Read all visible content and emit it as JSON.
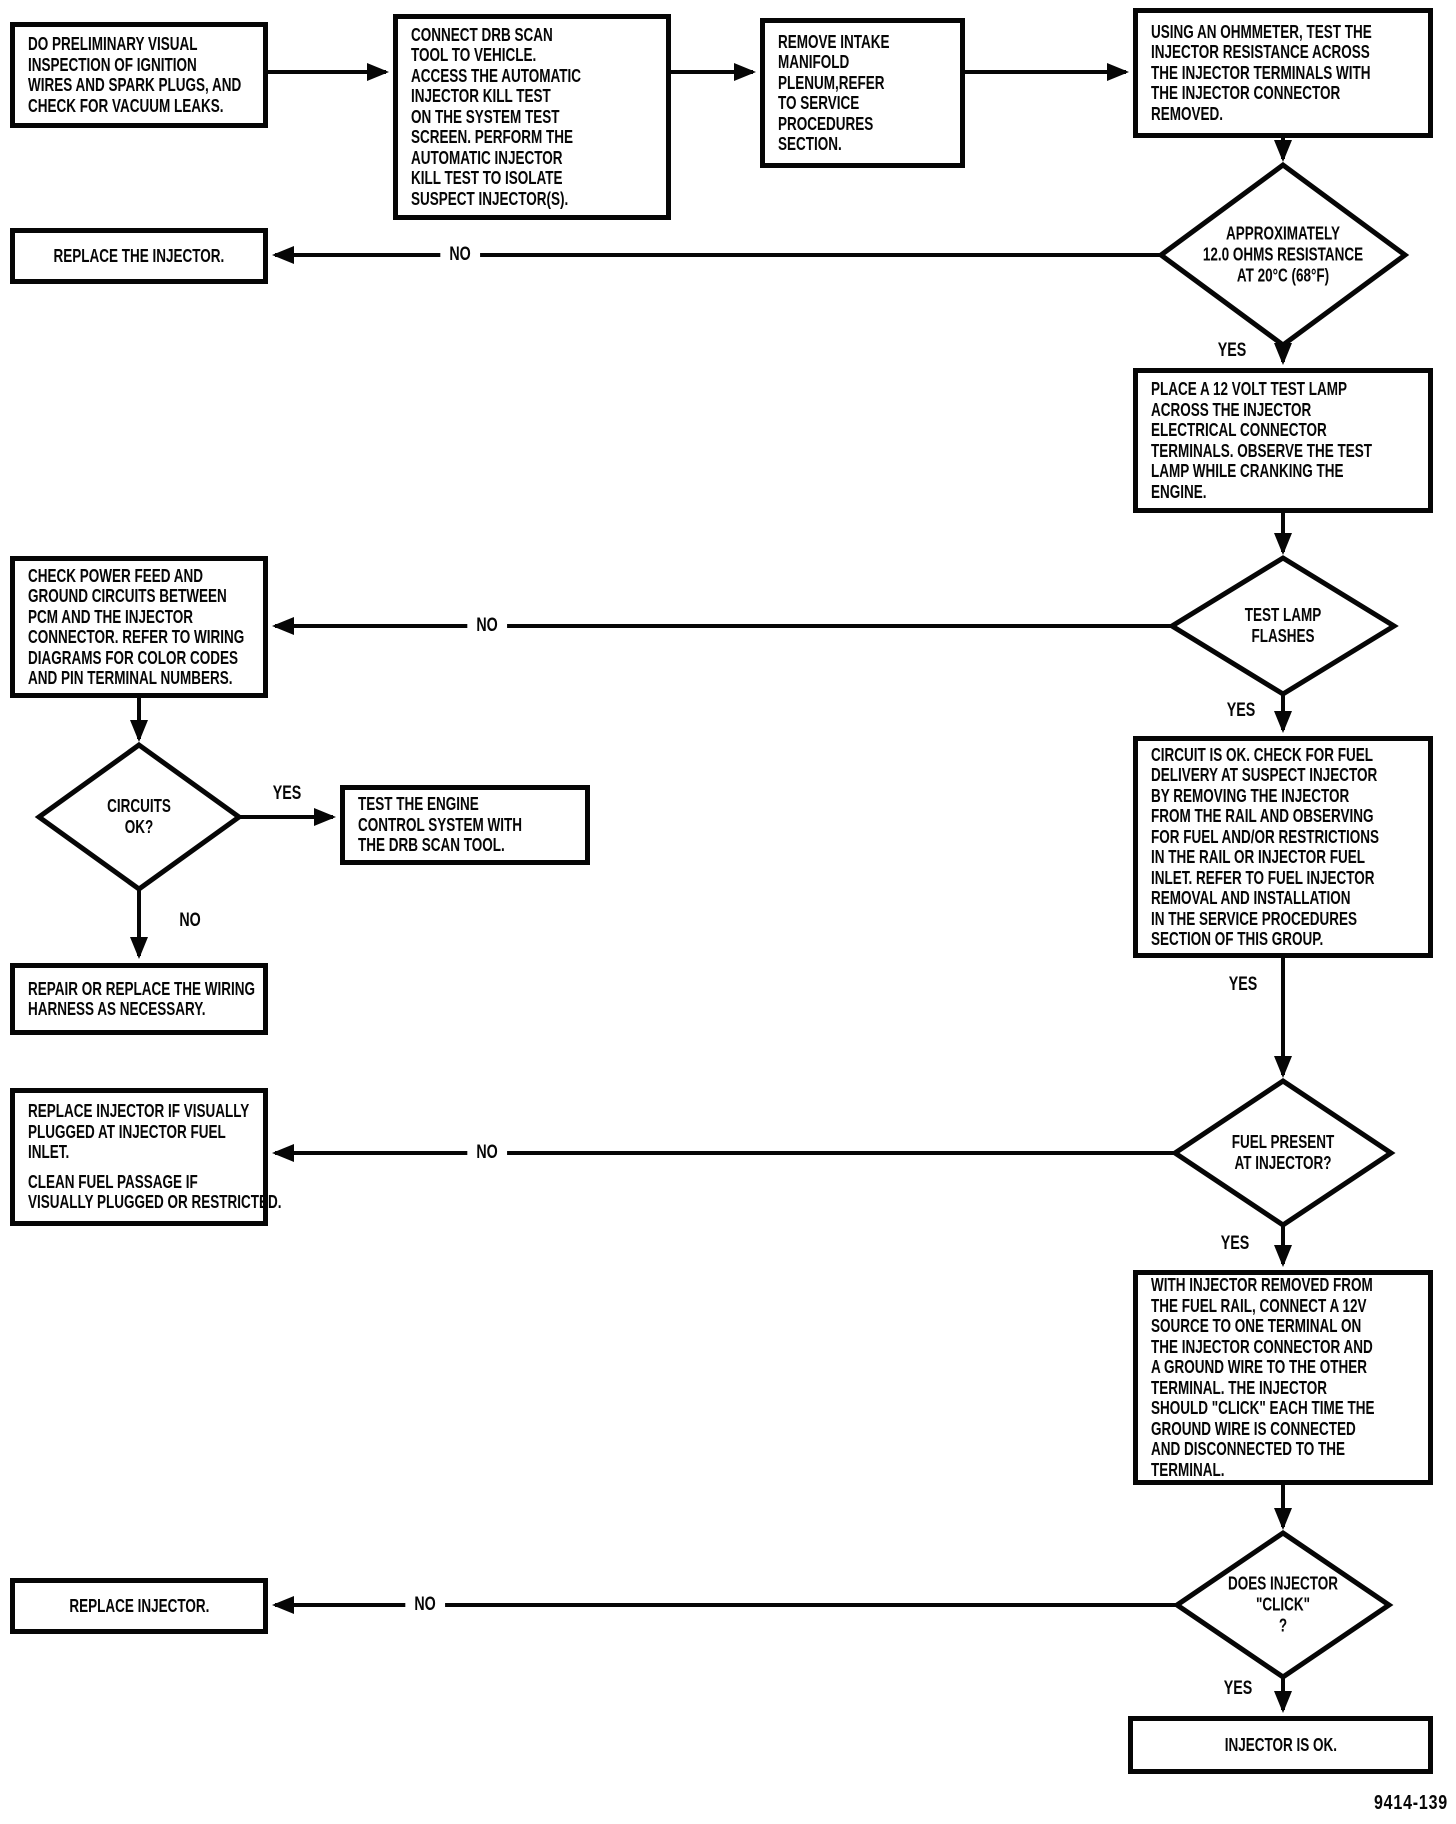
{
  "figure_number": "9414-139",
  "labels": {
    "yes": "YES",
    "no": "NO"
  },
  "boxes": {
    "preliminary": {
      "lines": [
        "DO PRELIMINARY VISUAL",
        "INSPECTION OF IGNITION",
        "WIRES AND SPARK PLUGS, AND",
        "CHECK FOR VACUUM LEAKS."
      ]
    },
    "connect_drb": {
      "lines": [
        "CONNECT DRB SCAN",
        "TOOL TO VEHICLE.",
        "ACCESS THE AUTOMATIC",
        "INJECTOR KILL TEST",
        "ON THE SYSTEM TEST",
        "SCREEN. PERFORM THE",
        "AUTOMATIC INJECTOR",
        "KILL TEST TO ISOLATE",
        "SUSPECT INJECTOR(S)."
      ]
    },
    "remove_plenum": {
      "lines": [
        "REMOVE INTAKE",
        "MANIFOLD",
        "PLENUM,REFER",
        "TO SERVICE",
        "PROCEDURES",
        "SECTION."
      ]
    },
    "ohmmeter": {
      "lines": [
        "USING AN OHMMETER, TEST THE",
        "INJECTOR RESISTANCE ACROSS",
        "THE INJECTOR TERMINALS WITH",
        "THE INJECTOR CONNECTOR",
        "REMOVED."
      ]
    },
    "replace_the_injector": {
      "text": "REPLACE THE INJECTOR."
    },
    "test_lamp_12v": {
      "lines": [
        "PLACE A 12 VOLT TEST LAMP",
        "ACROSS THE INJECTOR",
        "ELECTRICAL CONNECTOR",
        "TERMINALS. OBSERVE THE TEST",
        "LAMP WHILE CRANKING THE",
        "ENGINE."
      ]
    },
    "check_power": {
      "lines": [
        "CHECK POWER FEED AND",
        "GROUND CIRCUITS BETWEEN",
        "PCM AND THE INJECTOR",
        "CONNECTOR. REFER TO WIRING",
        "DIAGRAMS FOR COLOR CODES",
        "AND PIN TERMINAL NUMBERS."
      ]
    },
    "test_engine_drb": {
      "lines": [
        "TEST THE ENGINE",
        "CONTROL SYSTEM WITH",
        "THE DRB SCAN TOOL."
      ]
    },
    "repair_harness": {
      "lines": [
        "REPAIR OR REPLACE THE WIRING",
        "HARNESS AS NECESSARY."
      ]
    },
    "circuit_ok_fuel": {
      "lines": [
        "CIRCUIT IS OK. CHECK FOR FUEL",
        "DELIVERY AT SUSPECT INJECTOR",
        "BY REMOVING THE INJECTOR",
        "FROM THE RAIL AND OBSERVING",
        "FOR FUEL AND/OR RESTRICTIONS",
        "IN THE RAIL OR INJECTOR FUEL",
        "INLET. REFER TO FUEL INJECTOR",
        "REMOVAL AND INSTALLATION",
        "IN THE SERVICE PROCEDURES",
        "SECTION OF THIS GROUP."
      ]
    },
    "replace_if_plugged": {
      "para1": [
        "REPLACE INJECTOR IF VISUALLY",
        "PLUGGED AT INJECTOR FUEL",
        "INLET."
      ],
      "para2": [
        "CLEAN FUEL PASSAGE IF",
        "VISUALLY PLUGGED OR RESTRICTED."
      ]
    },
    "click_test": {
      "lines": [
        "WITH INJECTOR REMOVED FROM",
        "THE FUEL RAIL, CONNECT A 12V",
        "SOURCE TO ONE TERMINAL ON",
        "THE INJECTOR CONNECTOR AND",
        "A GROUND WIRE TO THE OTHER",
        "TERMINAL. THE INJECTOR",
        "SHOULD \"CLICK\" EACH TIME THE",
        "GROUND WIRE IS CONNECTED",
        "AND DISCONNECTED TO THE",
        "TERMINAL."
      ]
    },
    "replace_injector": {
      "text": "REPLACE INJECTOR."
    },
    "injector_ok": {
      "text": "INJECTOR IS OK."
    }
  },
  "diamonds": {
    "resistance": {
      "lines": [
        "APPROXIMATELY",
        "12.0 OHMS RESISTANCE",
        "AT 20°C (68°F)"
      ]
    },
    "lamp_flashes": {
      "lines": [
        "TEST LAMP",
        "FLASHES"
      ]
    },
    "circuits_ok": {
      "lines": [
        "CIRCUITS",
        "OK?"
      ]
    },
    "fuel_present": {
      "lines": [
        "FUEL PRESENT",
        "AT INJECTOR?"
      ]
    },
    "does_click": {
      "lines": [
        "DOES INJECTOR",
        "\"CLICK\"",
        "?"
      ]
    }
  }
}
